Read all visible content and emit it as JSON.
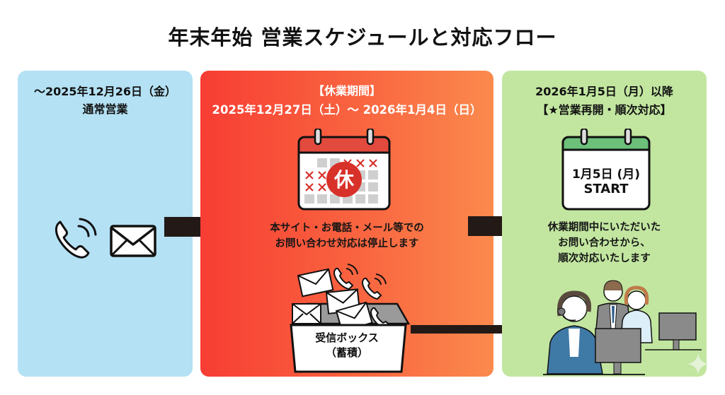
{
  "title": "年末年始 営業スケジュールと対応フロー",
  "colors": {
    "before_panel": "#b4e1f4",
    "holiday_panel_start": "#f73d33",
    "holiday_panel_end": "#fb8a4d",
    "after_panel": "#c2e6a0",
    "arrow": "#231a17",
    "holiday_badge": "#d8312a",
    "restart_calendar_header": "#6cc07a"
  },
  "before": {
    "date_range": "～2025年12月26日（金）",
    "status": "通常営業",
    "icons": [
      "phone-icon",
      "envelope-icon"
    ]
  },
  "holiday": {
    "label": "【休業期間】",
    "date_range": "2025年12月27日（土）～ 2026年1月4日（日）",
    "calendar_badge": "休",
    "notice_line1": "本サイト・お電話・メール等での",
    "notice_line2": "お問い合わせ対応は停止します",
    "inbox_label_line1": "受信ボックス",
    "inbox_label_line2": "（蓄積）",
    "icons": [
      "closed-calendar-icon",
      "envelope-icon",
      "phone-icon",
      "inbox-icon"
    ]
  },
  "after": {
    "date_range": "2026年1月5日（月）以降",
    "status": "【★営業再開・順次対応】",
    "calendar_line1": "1月5日 (月)",
    "calendar_line2": "START",
    "message_line1": "休業期間中にいただいた",
    "message_line2": "お問い合わせから、",
    "message_line3": "順次対応いたします",
    "icons": [
      "restart-calendar-icon",
      "call-center-operators-illustration"
    ]
  }
}
